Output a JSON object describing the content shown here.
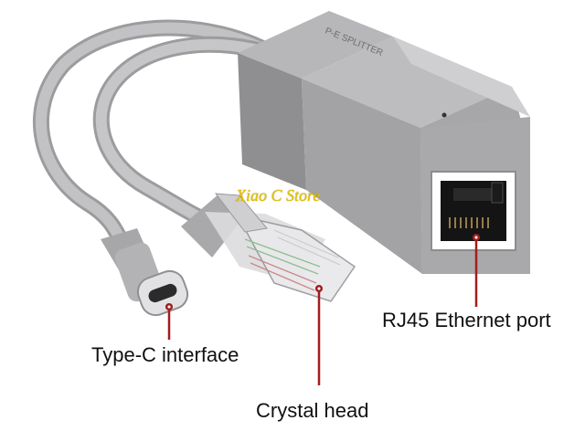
{
  "labels": {
    "type_c": "Type-C interface",
    "crystal_head": "Crystal head",
    "rj45_port": "RJ45 Ethernet port"
  },
  "watermark": "Xiao C Store",
  "housing_print": "P-E SPLITTER",
  "colors": {
    "background": "#ffffff",
    "housing": "#a9a9ab",
    "cable": "#b9b9bb",
    "leader_line": "#a11d1d",
    "watermark": "#e6c300"
  }
}
